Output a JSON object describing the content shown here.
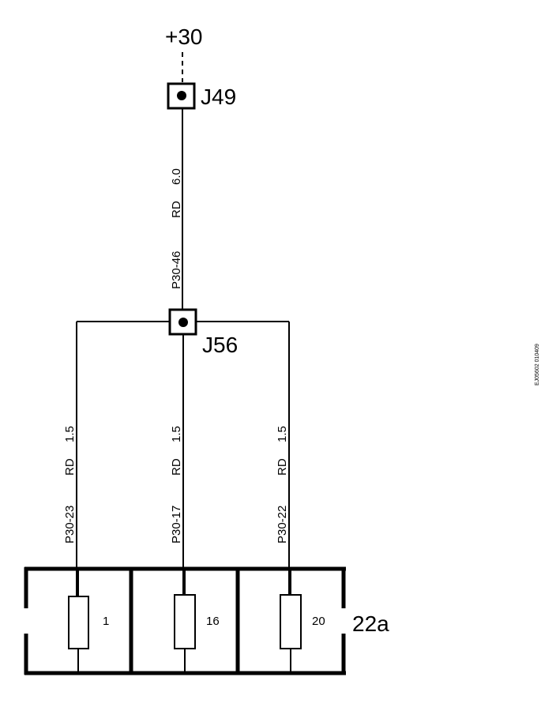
{
  "supply": {
    "label": "+30"
  },
  "junctions": [
    {
      "label": "J49"
    },
    {
      "label": "J56"
    }
  ],
  "wires": {
    "feed": {
      "circuit": "P30-46",
      "color": "RD",
      "size": "6.0"
    },
    "branches": [
      {
        "circuit": "P30-23",
        "color": "RD",
        "size": "1.5"
      },
      {
        "circuit": "P30-17",
        "color": "RD",
        "size": "1.5"
      },
      {
        "circuit": "P30-22",
        "color": "RD",
        "size": "1.5"
      }
    ]
  },
  "fuse_box": {
    "label": "22a",
    "fuses": [
      {
        "number": "1"
      },
      {
        "number": "16"
      },
      {
        "number": "20"
      }
    ]
  },
  "figure_ref": "EJ05602 010409"
}
